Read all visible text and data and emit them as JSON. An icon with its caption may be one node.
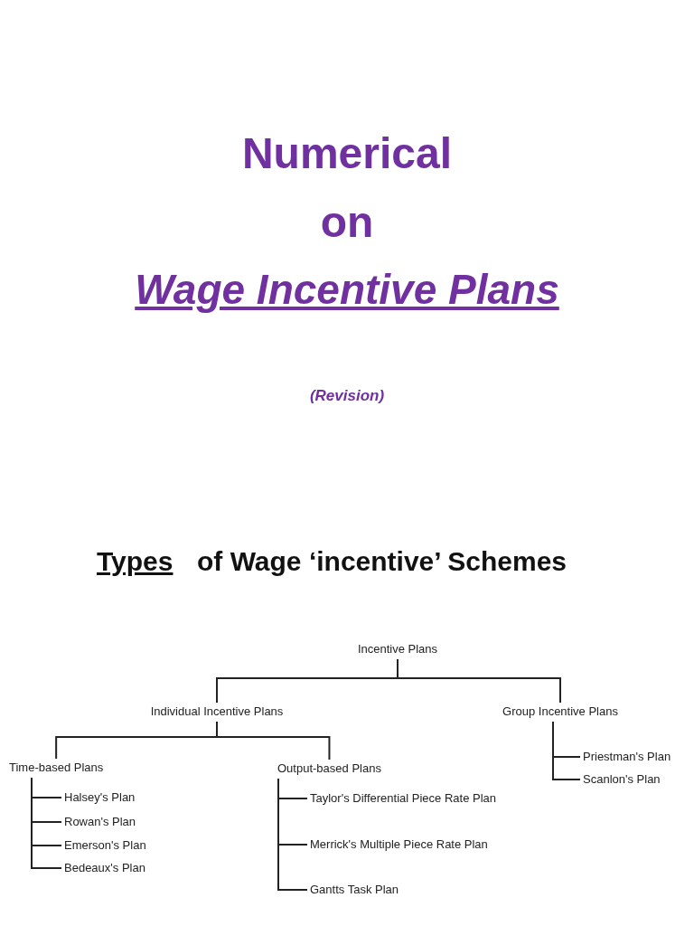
{
  "diagram": {
    "nodes": [
      {
        "text": [
          "Incentive Plans"
        ]
      },
      {
        "text": [
          "Individual Incentive Plans"
        ]
      },
      {
        "text": [
          "Group Incentive Plans"
        ]
      },
      {
        "text": [
          "Time-based Plans"
        ]
      },
      {
        "text": [
          "Output-based Plans"
        ]
      },
      {
        "text": [
          "Halsey's Plan"
        ]
      },
      {
        "text": [
          "Rowan's Plan"
        ]
      },
      {
        "text": [
          "Emerson's Plan"
        ]
      },
      {
        "text": [
          "Bedeaux's Plan"
        ]
      },
      {
        "text": [
          "Taylor's Differential Piece Rate Plan"
        ]
      },
      {
        "text": [
          "Merrick's Multiple Piece Rate Plan"
        ]
      },
      {
        "text": [
          "Gantts Task Plan"
        ]
      },
      {
        "text": [
          "Priestman's Plan"
        ]
      },
      {
        "text": [
          "Scanlon's Plan"
        ]
      }
    ],
    "edges": [
      {
        "from": 0,
        "to": 1,
        "arrow": "none"
      },
      {
        "from": 0,
        "to": 2,
        "arrow": "none"
      },
      {
        "from": 1,
        "to": 3,
        "arrow": "none"
      },
      {
        "from": 1,
        "to": 4,
        "arrow": "none"
      },
      {
        "from": 3,
        "to": 5,
        "arrow": "none"
      },
      {
        "from": 3,
        "to": 6,
        "arrow": "none"
      },
      {
        "from": 3,
        "to": 7,
        "arrow": "none"
      },
      {
        "from": 3,
        "to": 8,
        "arrow": "none"
      },
      {
        "from": 4,
        "to": 9,
        "arrow": "none"
      },
      {
        "from": 4,
        "to": 10,
        "arrow": "none"
      },
      {
        "from": 4,
        "to": 11,
        "arrow": "none"
      },
      {
        "from": 2,
        "to": 12,
        "arrow": "none"
      },
      {
        "from": 2,
        "to": 13,
        "arrow": "none"
      }
    ],
    "labels": [
      "Numerical",
      "on",
      "Wage Incentive Plans",
      "(Revision)",
      "Types",
      "of Wage ‘incentive’ Schemes"
    ]
  }
}
